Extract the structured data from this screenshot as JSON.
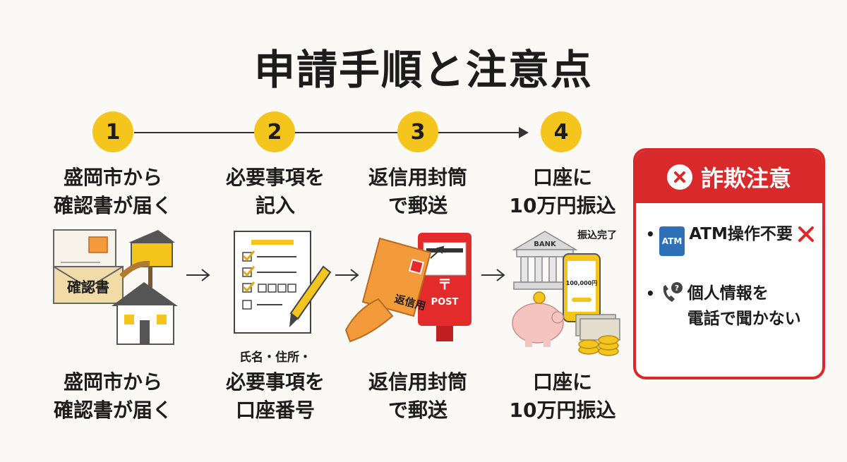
{
  "title": "申請手順と注意点",
  "steps": [
    {
      "number": "1",
      "label": "盛岡市から\n確認書が届く",
      "bottom_label": "盛岡市から\n確認書が届く",
      "note": "",
      "document_text": "確認書"
    },
    {
      "number": "2",
      "label": "必要事項を\n記入",
      "bottom_label": "必要事項を\n口座番号",
      "note": "氏名・住所・"
    },
    {
      "number": "3",
      "label": "返信用封筒\nで郵送",
      "bottom_label": "返信用封筒\nで郵送",
      "note": "",
      "envelope_text": "返信用",
      "post_text": "POST"
    },
    {
      "number": "4",
      "label": "口座に\n10万円振込",
      "bottom_label": "口座に\n10万円振込",
      "note": "",
      "bank_text": "BANK",
      "phone_amount": "100,000円",
      "done_text": "振込完了"
    }
  ],
  "warning": {
    "title": "詐欺注意",
    "items": [
      {
        "icon": "atm-icon",
        "badge": "ATM",
        "text": "ATM操作不要"
      },
      {
        "icon": "phone-question-icon",
        "text": "個人情報を\n電話で聞かない"
      }
    ]
  },
  "colors": {
    "accent": "#f4c51c",
    "danger": "#d82a2a",
    "orange": "#f39a3a",
    "post_red": "#e32b2b"
  }
}
